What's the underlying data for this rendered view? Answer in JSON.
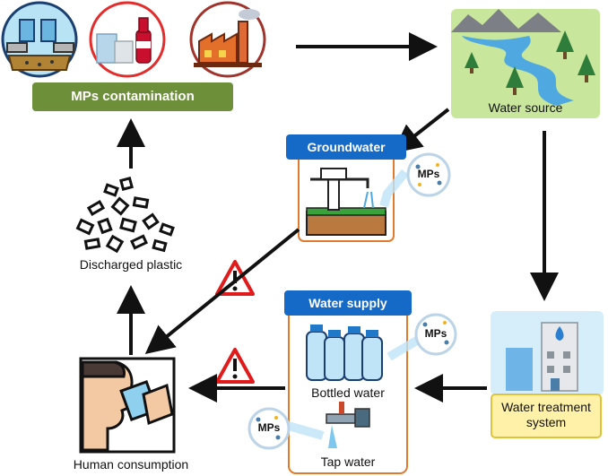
{
  "mps_contamination": "MPs contamination",
  "water_source": "Water source",
  "groundwater": "Groundwater",
  "water_supply": "Water supply",
  "bottled_water": "Bottled water",
  "tap_water": "Tap water",
  "water_treatment_line1": "Water treatment",
  "water_treatment_line2": "system",
  "discharged_plastic": "Discharged plastic",
  "human_consumption": "Human consumption",
  "mps_badge": "MPs",
  "colors": {
    "green_banner": "#6e8f3a",
    "blue_banner": "#1569c7",
    "orange_frame": "#e07a2c",
    "yellow_box": "#fff2a8",
    "warning_red": "#e01b1b"
  }
}
